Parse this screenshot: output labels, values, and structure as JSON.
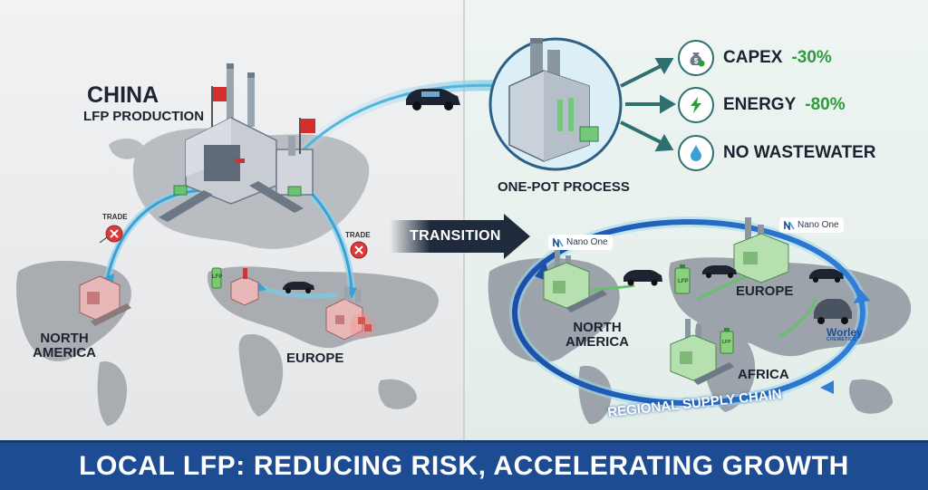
{
  "left": {
    "title": "CHINA",
    "subtitle": "LFP PRODUCTION",
    "trade_label_1": "TRADE",
    "trade_label_2": "TRADE",
    "region_north_america": "NORTH\nAMERICA",
    "region_europe": "EUROPE",
    "lfp_tag": "LFP"
  },
  "transition": {
    "label": "TRANSITION"
  },
  "right": {
    "process_label": "ONE-POT PROCESS",
    "benefits": [
      {
        "label": "CAPEX",
        "value": "-30%",
        "icon": "money-bag-icon"
      },
      {
        "label": "ENERGY",
        "value": "-80%",
        "icon": "lightning-icon"
      },
      {
        "label": "NO WASTEWATER",
        "value": "",
        "icon": "water-drop-icon"
      }
    ],
    "nano_one_1": "Nano One",
    "nano_one_2": "Nano One",
    "worley": "Worley",
    "worley_sub": "CHEMETICS",
    "region_europe": "EUROPE",
    "region_north_america": "NORTH\nAMERICA",
    "region_africa": "AFRICA",
    "supply_chain_label": "REGIONAL SUPPLY CHAIN",
    "lfp_tag_1": "LFP",
    "lfp_tag_2": "LFP"
  },
  "footer": {
    "text": "LOCAL LFP: REDUCING RISK, ACCELERATING GROWTH"
  },
  "colors": {
    "footer_bg": "#1e4c93",
    "accent_green": "#2f9b3a",
    "arrow_blue": "#1f5fbf",
    "flag_red": "#d32f2f"
  }
}
